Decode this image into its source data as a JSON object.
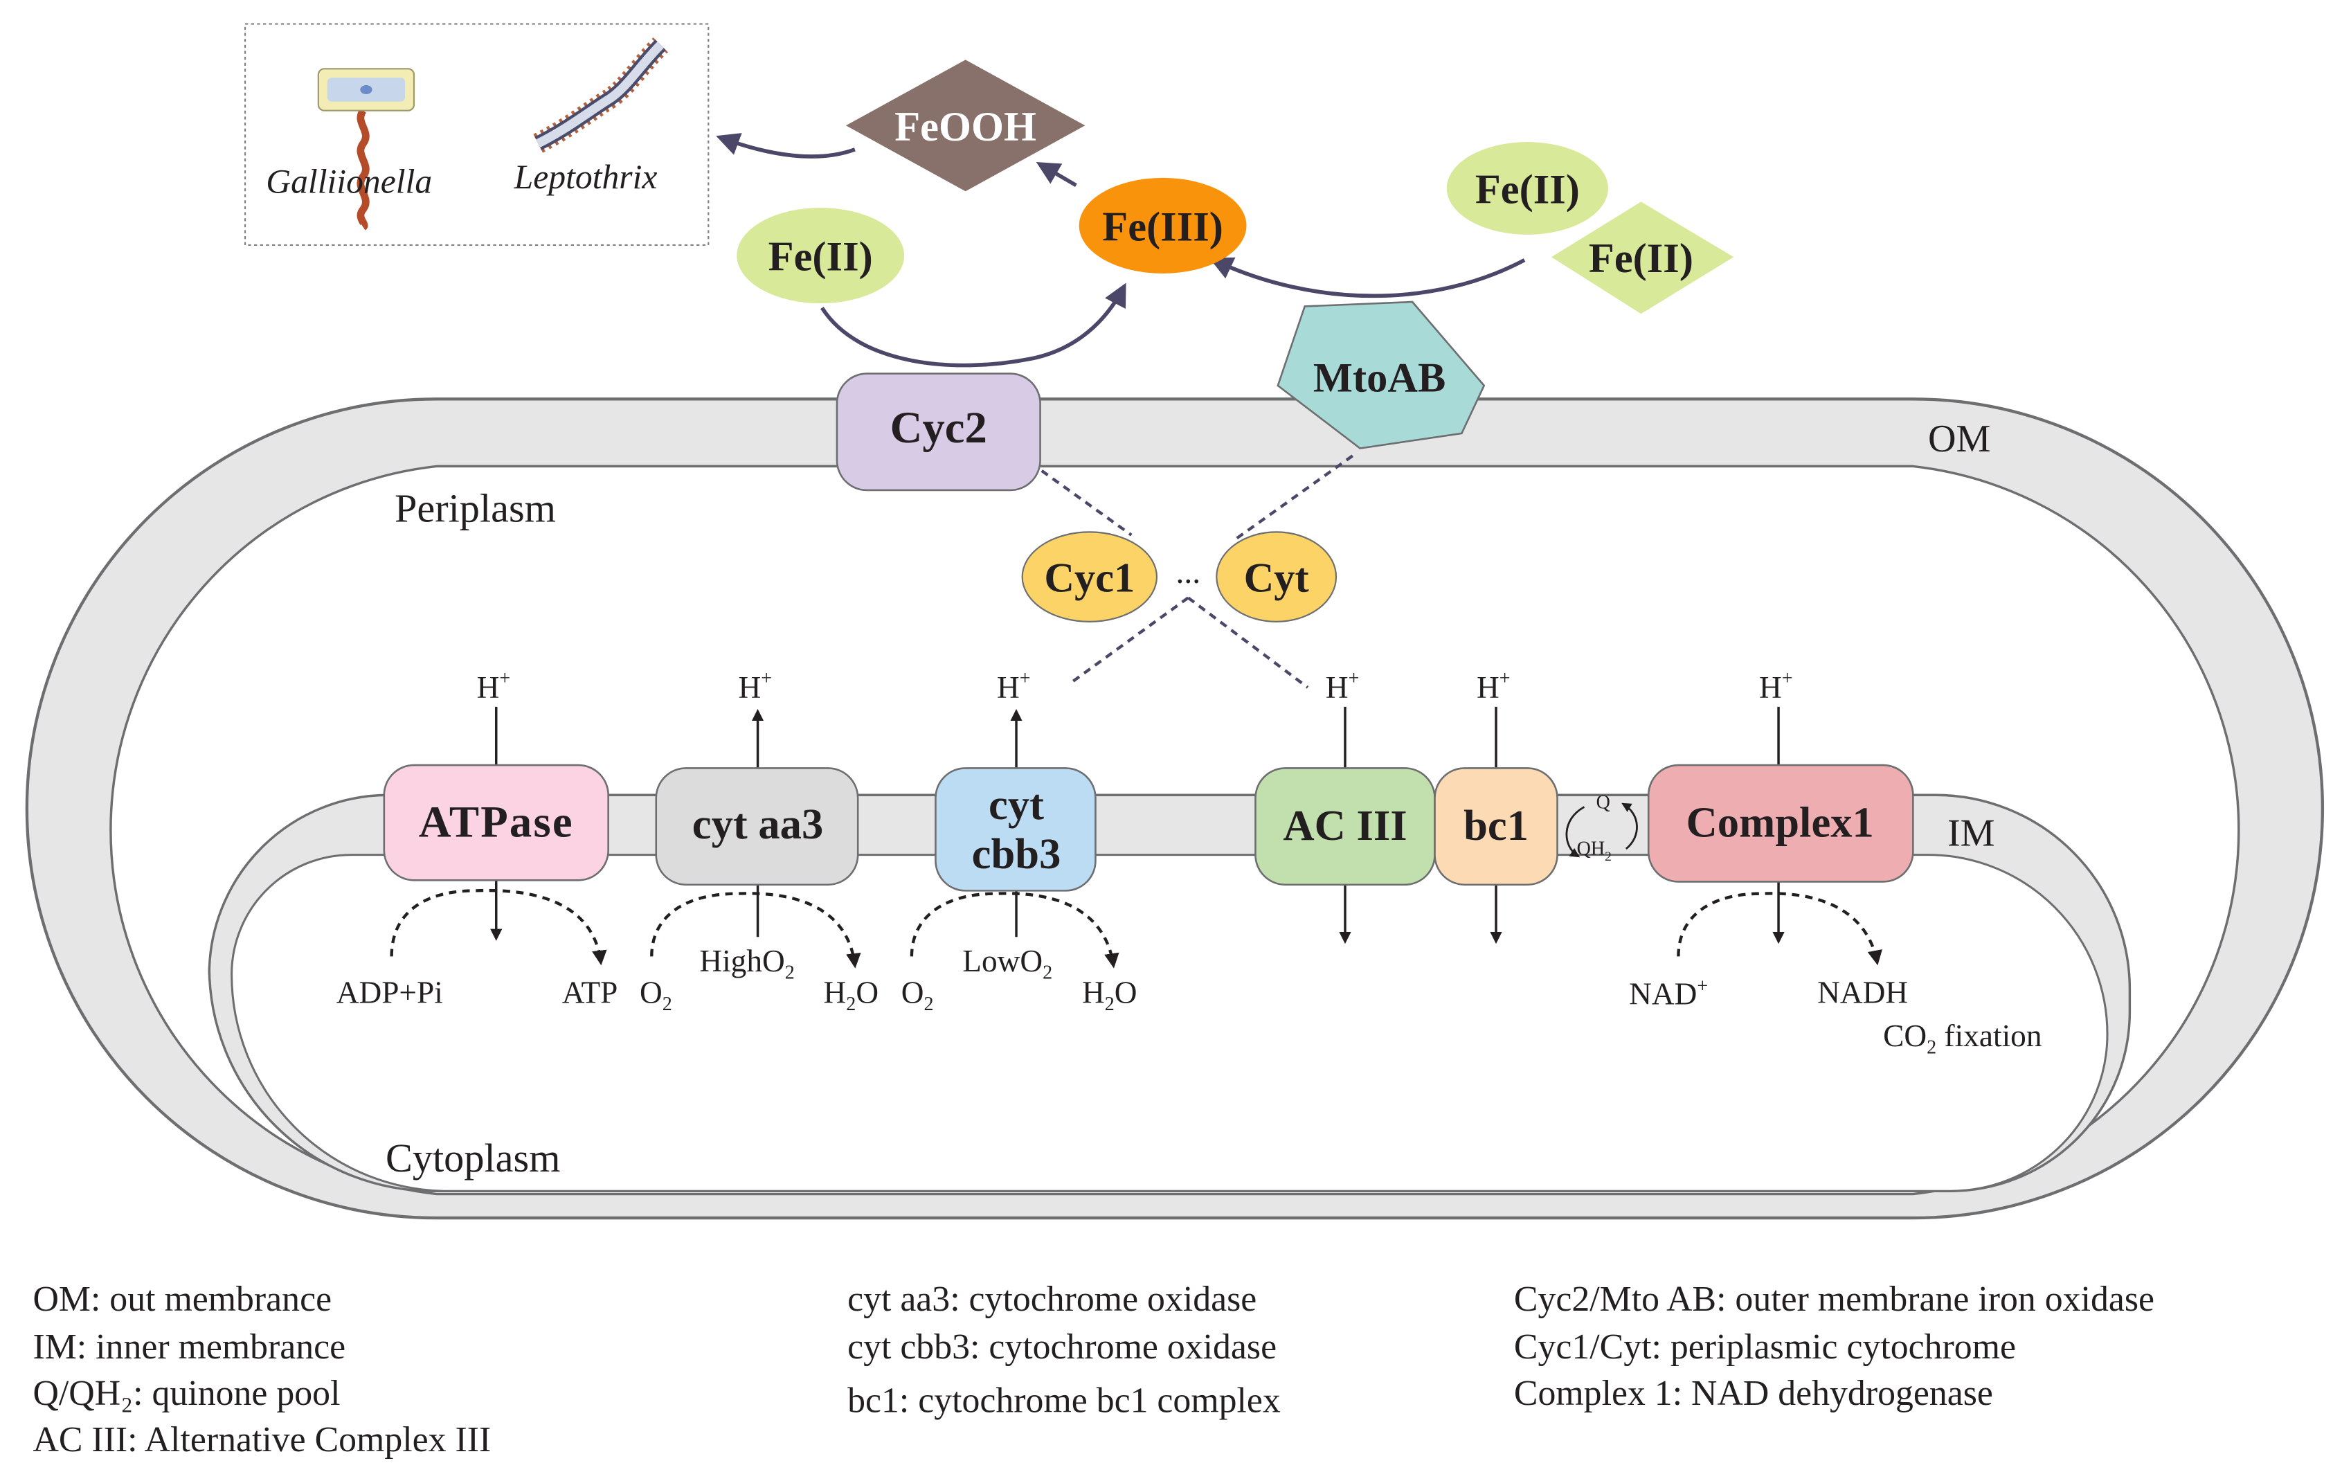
{
  "labels": {
    "om": "OM",
    "im": "IM",
    "periplasm": "Periplasm",
    "cytoplasm": "Cytoplasm"
  },
  "proteins": {
    "cyc2": "Cyc2",
    "mtoab": "MtoAB",
    "cyc1": "Cyc1",
    "cyt": "Cyt",
    "dots": "...",
    "atpase": "ATPase",
    "cyt_aa3": "cyt aa3",
    "cyt_cbb3_line1": "cyt",
    "cyt_cbb3_line2": "cbb3",
    "ac3": "AC III",
    "bc1": "bc1",
    "complex1": "Complex1"
  },
  "iron": {
    "fe2_left": "Fe(II)",
    "fe2_right_top": "Fe(II)",
    "fe2_right_diamond": "Fe(II)",
    "fe3": "Fe(III)",
    "feooh": "FeOOH"
  },
  "organisms": {
    "gallionella": "Galliionella",
    "leptothrix": "Leptothrix"
  },
  "reactions": {
    "h": "H",
    "plus": "+",
    "adp_pi": "ADP+Pi",
    "atp": "ATP",
    "o2_base": "O",
    "sub2": "2",
    "high": "High",
    "low": "Low",
    "h2o_h": "H",
    "h2o_o": "O",
    "nad": "NAD",
    "nadh": "NADH",
    "co2_c": "CO",
    "co2_rest": " fixation",
    "q": "Q",
    "qh": "QH"
  },
  "legend": {
    "col1": [
      "OM: out membrance",
      "IM: inner membrance",
      "Q/QH₂: quinone pool",
      "AC III: Alternative Complex III"
    ],
    "col2": [
      "cyt aa3: cytochrome oxidase",
      "cyt cbb3: cytochrome oxidase",
      "bc1: cytochrome bc1 complex"
    ],
    "col3": [
      "Cyc2/Mto AB: outer membrane iron oxidase",
      "Cyc1/Cyt: periplasmic cytochrome",
      "Complex 1: NAD dehydrogenase"
    ]
  },
  "colors": {
    "membrane_fill": "#e6e6e6",
    "membrane_stroke": "#6d6e70",
    "arrow_color": "#4b4768",
    "cyc2": "#d7cbe6",
    "mtoab": "#a8dad8",
    "cyc1": "#fcd366",
    "atpase": "#fbd3e2",
    "cyt_aa3": "#dcdcdc",
    "cyt_cbb3": "#bcdcf3",
    "ac3": "#c2dfae",
    "bc1": "#fcdbb4",
    "complex1": "#eeaeb1",
    "fe2": "#d9e99a",
    "fe3": "#f8930b",
    "feooh": "#87716a"
  }
}
